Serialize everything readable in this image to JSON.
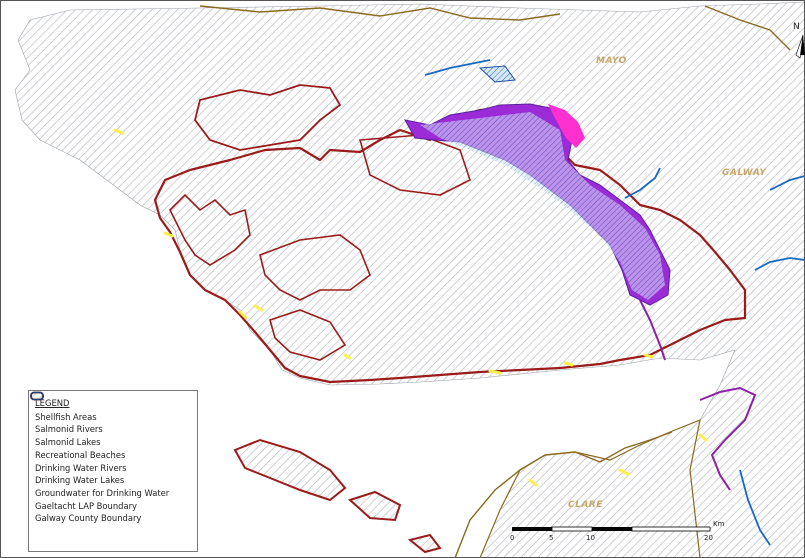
{
  "map": {
    "county_labels": {
      "mayo": "MAYO",
      "galway": "GALWAY",
      "clare": "CLARE"
    },
    "north_arrow": "N",
    "scale": {
      "ticks": [
        "0",
        "5",
        "10",
        "20"
      ],
      "unit": "Km"
    }
  },
  "legend": {
    "title": "LEGEND",
    "items": [
      {
        "label": "Shellfish Areas",
        "symbol": "shellfish-ellipse",
        "color": "#7a17b5"
      },
      {
        "label": "Salmonid Rivers",
        "symbol": "line",
        "color": "#8d1fa8"
      },
      {
        "label": "Salmonid Lakes",
        "symbol": "ellipse",
        "color": "#ff2fd0"
      },
      {
        "label": "Recreational Beaches",
        "symbol": "line",
        "color": "#ffef4a"
      },
      {
        "label": "Drinking Water Rivers",
        "symbol": "line",
        "color": "#1769c4"
      },
      {
        "label": "Drinking Water Lakes",
        "symbol": "hatched-ellipse",
        "color": "#1f4f9f"
      },
      {
        "label": "Groundwater for Drinking Water",
        "symbol": "grey-hatch",
        "color": "#a7b0bb"
      },
      {
        "label": "Gaeltacht LAP Boundary",
        "symbol": "outline-box",
        "color": "#9b1b1b"
      },
      {
        "label": "Galway County Boundary",
        "symbol": "outline-box",
        "color": "#1d3f73"
      }
    ]
  },
  "colors": {
    "gaeltacht_boundary": "#9b1b1b",
    "county_boundary": "#8a6a1f",
    "salmonid_lake": "#9b2bd6",
    "drinking_water": "#1769c4",
    "hatch": "#b5b8be"
  }
}
